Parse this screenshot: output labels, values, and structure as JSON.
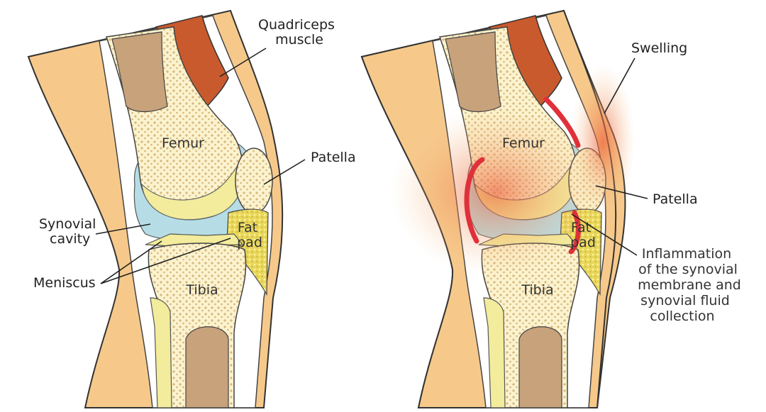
{
  "colors": {
    "skin": "#f6c98b",
    "bone": "#fbf3cf",
    "bone_dots": "#d9b77a",
    "marrow": "#c7a27b",
    "muscle": "#c95a2d",
    "cartilage": "#f2ec9c",
    "synovial": "#b6dde6",
    "fat_pad": "#e9d75a",
    "inflammation": "#e0303a",
    "swelling": "#f08a4b"
  },
  "normal_knee": {
    "quadriceps_line1": "Quadriceps",
    "quadriceps_line2": "muscle",
    "femur": "Femur",
    "patella": "Patella",
    "synovial_line1": "Synovial",
    "synovial_line2": "cavity",
    "fat_line1": "Fat",
    "fat_line2": "pad",
    "meniscus": "Meniscus",
    "tibia": "Tibia"
  },
  "inflamed_knee": {
    "swelling": "Swelling",
    "femur": "Femur",
    "patella": "Patella",
    "fat_line1": "Fat",
    "fat_line2": "pad",
    "tibia": "Tibia",
    "inflammation_lines": [
      "Inflammation",
      "of the synovial",
      "membrane and",
      "synovial fluid",
      "collection"
    ]
  }
}
